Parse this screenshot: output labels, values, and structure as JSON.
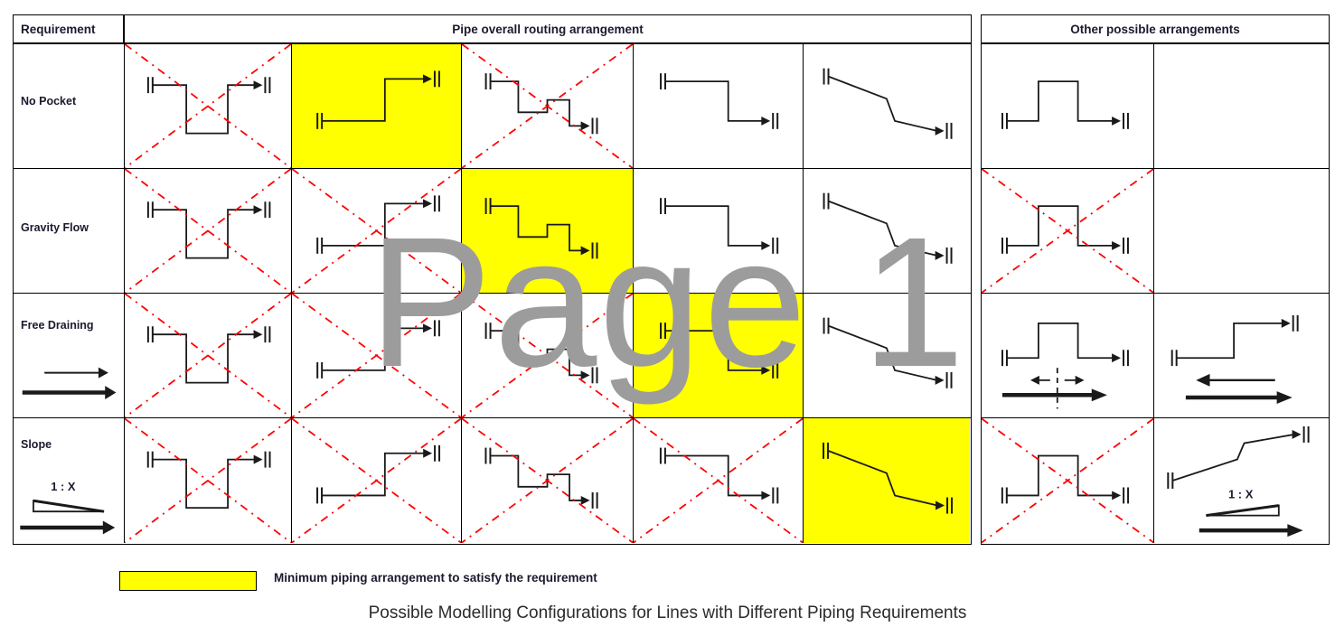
{
  "header": {
    "requirement_label": "Requirement",
    "routing_label": "Pipe overall routing arrangement",
    "other_label": "Other possible arrangements"
  },
  "colors": {
    "highlight": "#FFFF00",
    "cross_out": "#FF0000",
    "pipe_line": "#1a1a1a",
    "border": "#000000",
    "watermark": "#9c9c9c",
    "heading_text": "#1a1a2e"
  },
  "watermark": {
    "text": "Page 1"
  },
  "rows": [
    {
      "label": "No Pocket",
      "icon": "",
      "icon_caption": "",
      "cells": [
        {
          "shape": "pocket-u",
          "crossed": true,
          "highlight": false
        },
        {
          "shape": "step-up",
          "crossed": false,
          "highlight": true
        },
        {
          "shape": "step-down-bump",
          "crossed": true,
          "highlight": false
        },
        {
          "shape": "step-down",
          "crossed": false,
          "highlight": false
        },
        {
          "shape": "slope-down",
          "crossed": false,
          "highlight": false
        },
        {
          "shape": "hump",
          "crossed": false,
          "highlight": false
        },
        {
          "shape": "empty",
          "crossed": false,
          "highlight": false
        }
      ]
    },
    {
      "label": "Gravity Flow",
      "icon": "",
      "icon_caption": "",
      "cells": [
        {
          "shape": "pocket-u",
          "crossed": true,
          "highlight": false
        },
        {
          "shape": "step-up",
          "crossed": true,
          "highlight": false
        },
        {
          "shape": "step-down-bump",
          "crossed": false,
          "highlight": true
        },
        {
          "shape": "step-down",
          "crossed": false,
          "highlight": false
        },
        {
          "shape": "slope-down",
          "crossed": false,
          "highlight": false
        },
        {
          "shape": "hump",
          "crossed": true,
          "highlight": false
        },
        {
          "shape": "empty",
          "crossed": false,
          "highlight": false
        }
      ]
    },
    {
      "label": "Free Draining",
      "icon": "double-arrow-right",
      "icon_caption": "",
      "cells": [
        {
          "shape": "pocket-u",
          "crossed": true,
          "highlight": false
        },
        {
          "shape": "step-up",
          "crossed": true,
          "highlight": false
        },
        {
          "shape": "step-down-bump",
          "crossed": true,
          "highlight": false
        },
        {
          "shape": "step-down",
          "crossed": false,
          "highlight": true
        },
        {
          "shape": "slope-down",
          "crossed": false,
          "highlight": false
        },
        {
          "shape": "hump-split-flow",
          "crossed": false,
          "highlight": false
        },
        {
          "shape": "step-up-reverse",
          "crossed": false,
          "highlight": false
        }
      ]
    },
    {
      "label": "Slope",
      "icon": "slope-wedge-arrow",
      "icon_caption": "1 : X",
      "cells": [
        {
          "shape": "pocket-u",
          "crossed": true,
          "highlight": false
        },
        {
          "shape": "step-up",
          "crossed": true,
          "highlight": false
        },
        {
          "shape": "step-down-bump",
          "crossed": true,
          "highlight": false
        },
        {
          "shape": "step-down",
          "crossed": true,
          "highlight": false
        },
        {
          "shape": "slope-down",
          "crossed": false,
          "highlight": true
        },
        {
          "shape": "hump",
          "crossed": true,
          "highlight": false
        },
        {
          "shape": "slope-up-ratio",
          "crossed": false,
          "highlight": false,
          "ratio_label": "1 : X"
        }
      ]
    }
  ],
  "legend": {
    "swatch_color": "#FFFF00",
    "text": "Minimum piping arrangement to satisfy the requirement"
  },
  "caption": "Possible Modelling Configurations for Lines with Different Piping Requirements"
}
